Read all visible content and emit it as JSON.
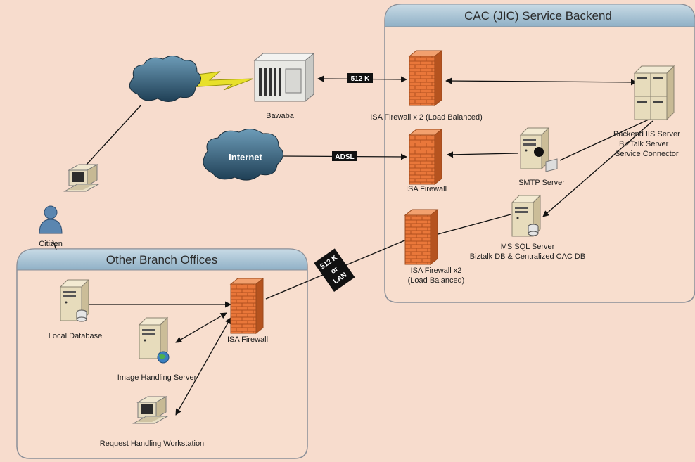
{
  "groups": {
    "backend": {
      "title": "CAC (JIC) Service Backend"
    },
    "branch": {
      "title": "Other Branch Offices"
    }
  },
  "nodes": {
    "bawaba": "Bawaba",
    "internet": "Internet",
    "citizen": "Citizen",
    "isa_fw_lb": "ISA Firewall x 2 (Load Balanced)",
    "isa_fw": "ISA Firewall",
    "isa_fw_x2_line1": "ISA Firewall x2",
    "isa_fw_x2_line2": "(Load Balanced)",
    "smtp": "SMTP Server",
    "mssql_line1": "MS SQL Server",
    "mssql_line2": "Biztalk DB & Centralized CAC DB",
    "backend_line1": "Backend IIS Server",
    "backend_line2": "BizTalk Server",
    "backend_line3": "Service Connector",
    "local_db": "Local Database",
    "branch_fw": "ISA Firewall",
    "image_server": "Image Handling Server",
    "workstation": "Request Handling Workstation"
  },
  "links": {
    "bawaba_link": "512 K",
    "internet_link": "ADSL",
    "branch_link_line1": "512 K",
    "branch_link_line2": "or",
    "branch_link_line3": "LAN"
  },
  "colors": {
    "background": "#f7dccd",
    "group_fill": "#f8dece",
    "group_header": "#a8c3d4",
    "group_border": "#8a8f98",
    "firewall": "#e8783a",
    "server": "#e9dfc3",
    "cloud": "#3f6f8c",
    "lightning": "#e8e02a"
  }
}
